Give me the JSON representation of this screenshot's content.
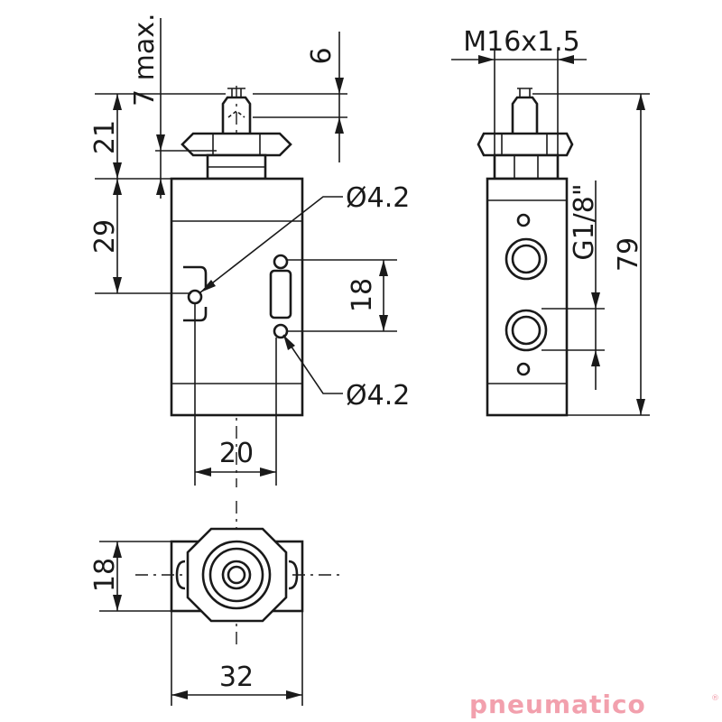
{
  "dimensions": {
    "stroke_max": "7 max.",
    "pin_height": "6",
    "upper_height": "21",
    "top_to_hole": "29",
    "mount_hole_top": "Ø4.2",
    "hole_spacing": "18",
    "mount_hole_bottom": "Ø4.2",
    "width_front": "20",
    "thread": "M16x1.5",
    "port_thread": "G1/8\"",
    "total_height": "79",
    "depth_bottom": "18",
    "width_bottom": "32"
  },
  "brand": {
    "name": "pneumatico",
    "mark": "®"
  },
  "colors": {
    "line": "#1a1a1a",
    "brand": "#f2a0ad"
  }
}
